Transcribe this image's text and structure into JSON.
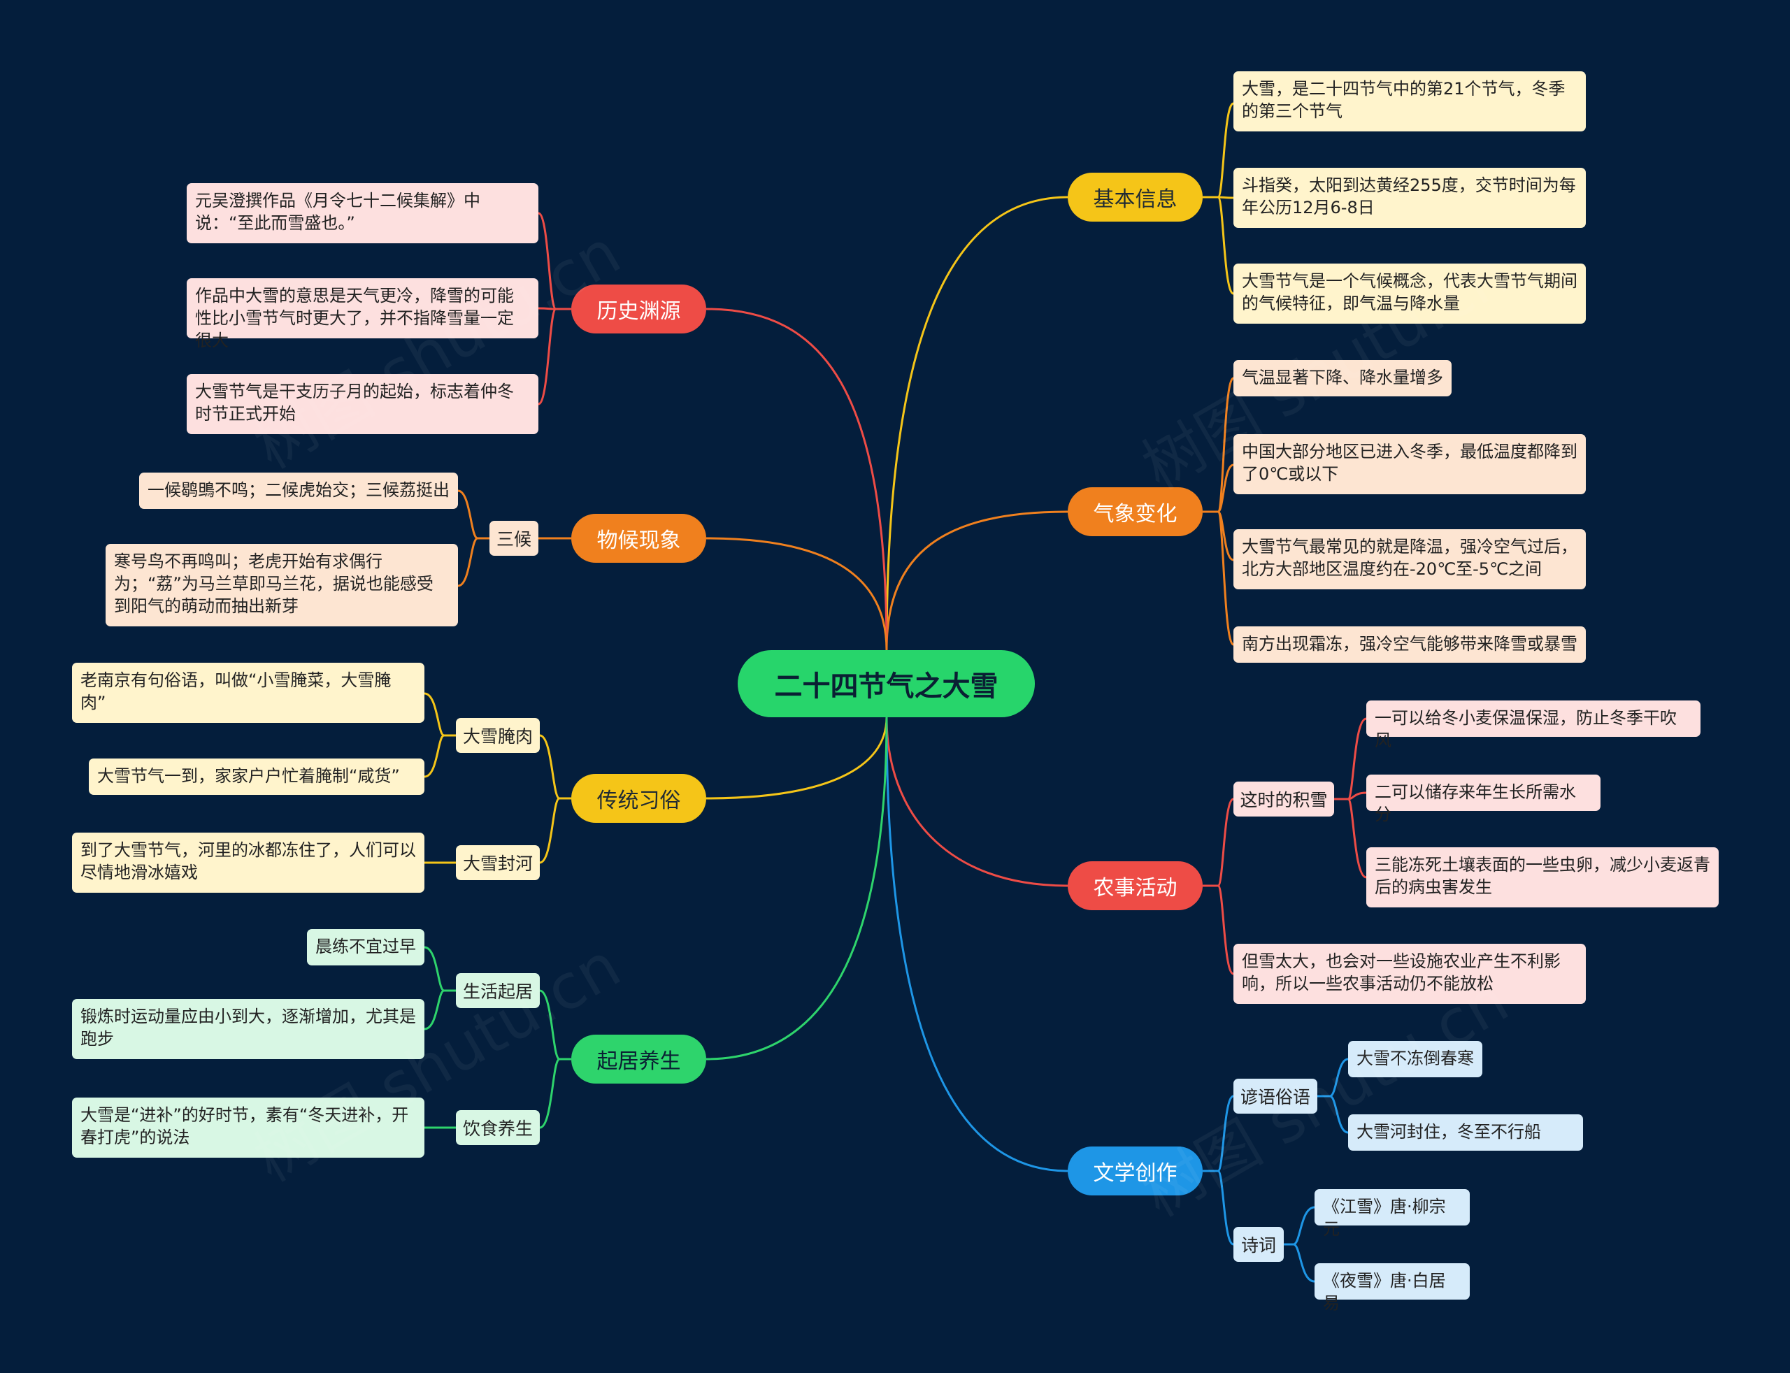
{
  "root": {
    "label": "二十四节气之大雪"
  },
  "branches": {
    "jiben": {
      "label": "基本信息",
      "leaves": [
        "大雪，是二十四节气中的第21个节气，冬季的第三个节气",
        "斗指癸，太阳到达黄经255度，交节时间为每年公历12月6-8日",
        "大雪节气是一个气候概念，代表大雪节气期间的气候特征，即气温与降水量"
      ]
    },
    "qixiang": {
      "label": "气象变化",
      "leaves": [
        "气温显著下降、降水量增多",
        "中国大部分地区已进入冬季，最低温度都降到了0℃或以下",
        "大雪节气最常见的就是降温，强冷空气过后，北方大部地区温度约在-20℃至-5℃之间",
        "南方出现霜冻，强冷空气能够带来降雪或暴雪"
      ]
    },
    "nongshi": {
      "label": "农事活动",
      "jixue": {
        "label": "这时的积雪",
        "leaves": [
          "一可以给冬小麦保温保湿，防止冬季干吹风",
          "二可以储存来年生长所需水分",
          "三能冻死土壤表面的一些虫卵，减少小麦返青后的病虫害发生"
        ]
      },
      "leaf": "但雪太大，也会对一些设施农业产生不利影响，所以一些农事活动仍不能放松"
    },
    "wenxue": {
      "label": "文学创作",
      "yanyu": {
        "label": "谚语俗语",
        "leaves": [
          "大雪不冻倒春寒",
          "大雪河封住，冬至不行船"
        ]
      },
      "shici": {
        "label": "诗词",
        "leaves": [
          "《江雪》唐·柳宗元",
          "《夜雪》唐·白居易"
        ]
      }
    },
    "lishi": {
      "label": "历史渊源",
      "leaves": [
        "元吴澄撰作品《月令七十二候集解》中说：“至此而雪盛也。”",
        "作品中大雪的意思是天气更冷，降雪的可能性比小雪节气时更大了，并不指降雪量一定很大",
        "大雪节气是干支历子月的起始，标志着仲冬时节正式开始"
      ]
    },
    "wuhou": {
      "label": "物候现象",
      "sanhou": {
        "label": "三候",
        "leaves": [
          "一候鹖鴠不鸣；二候虎始交；三候荔挺出",
          "寒号鸟不再鸣叫；老虎开始有求偶行为；“荔”为马兰草即马兰花，据说也能感受到阳气的萌动而抽出新芽"
        ]
      }
    },
    "xisu": {
      "label": "传统习俗",
      "yanrou": {
        "label": "大雪腌肉",
        "leaves": [
          "老南京有句俗语，叫做“小雪腌菜，大雪腌肉”",
          "大雪节气一到，家家户户忙着腌制“咸货”"
        ]
      },
      "fenghe": {
        "label": "大雪封河",
        "leaves": [
          "到了大雪节气，河里的冰都冻住了，人们可以尽情地滑冰嬉戏"
        ]
      }
    },
    "yangsheng": {
      "label": "起居养生",
      "shenghuo": {
        "label": "生活起居",
        "leaves": [
          "晨练不宜过早",
          "锻炼时运动量应由小到大，逐渐增加，尤其是跑步"
        ]
      },
      "yinshi": {
        "label": "饮食养生",
        "leaves": [
          "大雪是“进补”的好时节，素有“冬天进补，开春打虎”的说法"
        ]
      }
    }
  },
  "colors": {
    "background": "#041e3c",
    "root": "#27d56b",
    "jiben": "#f5c518",
    "qixiang": "#f0801e",
    "nongshi": "#ee4c46",
    "wenxue": "#1e96e6",
    "lishi": "#ee4c46",
    "wuhou": "#f0801e",
    "xisu": "#f5c518",
    "yangsheng": "#2ed46c"
  },
  "watermark": "树图 shutu.cn"
}
